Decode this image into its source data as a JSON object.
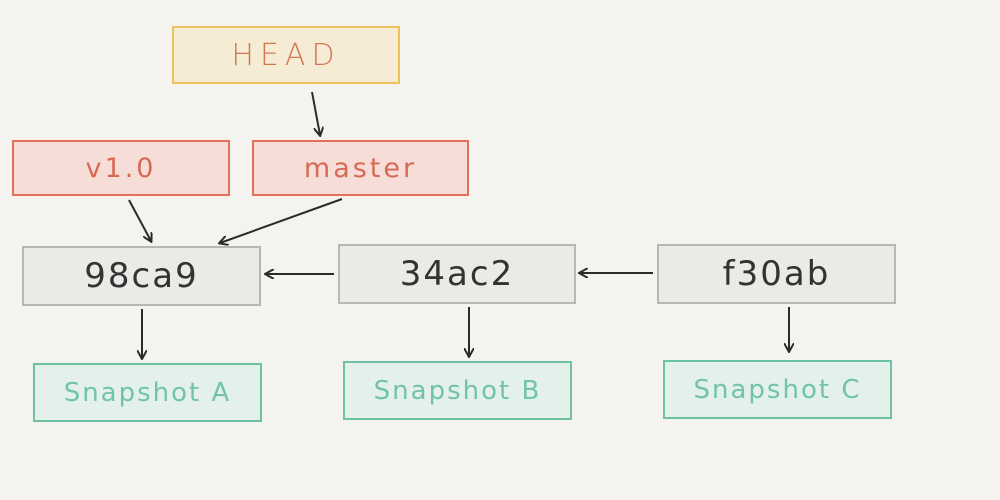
{
  "head": {
    "label": "HEAD"
  },
  "refs": {
    "tag_label": "v1.0",
    "branch_label": "master"
  },
  "commits": [
    {
      "hash": "98ca9",
      "snapshot": "Snapshot A"
    },
    {
      "hash": "34ac2",
      "snapshot": "Snapshot B"
    },
    {
      "hash": "f30ab",
      "snapshot": "Snapshot C"
    }
  ],
  "colors": {
    "background": "#f4f3f0",
    "head_fill": "#f6ecd6",
    "head_border": "#eec25a",
    "ref_fill": "#f6ddd8",
    "ref_border": "#e2705a",
    "commit_fill": "#ebeae7",
    "commit_border": "#b8b7b3",
    "snapshot_fill": "#e4f0ea",
    "snapshot_border": "#6cc0a4",
    "arrow": "#2b2b2b"
  }
}
